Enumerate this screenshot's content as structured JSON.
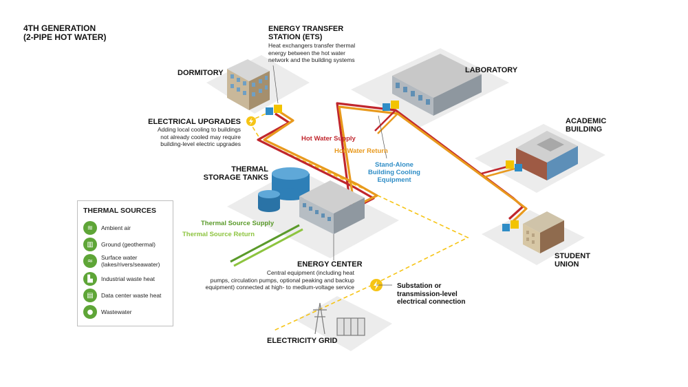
{
  "title": "4TH GENERATION\n(2-PIPE HOT WATER)",
  "labels": {
    "ets_title": "ENERGY TRANSFER\nSTATION (ETS)",
    "ets_desc": "Heat exchangers transfer thermal\nenergy between the hot water\nnetwork and the building systems",
    "dormitory": "DORMITORY",
    "laboratory": "LABORATORY",
    "academic": "ACADEMIC\nBUILDING",
    "student_union": "STUDENT\nUNION",
    "elec_upgrades_title": "ELECTRICAL UPGRADES",
    "elec_upgrades_desc": "Adding local cooling to buildings\nnot already cooled may require\nbuilding-level electric upgrades",
    "thermal_storage": "THERMAL\nSTORAGE TANKS",
    "hot_supply": "Hot Water Supply",
    "hot_return": "Hot Water Return",
    "standalone": "Stand-Alone\nBuilding Cooling\nEquipment",
    "ts_supply": "Thermal Source Supply",
    "ts_return": "Thermal Source Return",
    "energy_center_title": "ENERGY CENTER",
    "energy_center_desc": "Central equipment (including heat\npumps, circulation pumps, optional peaking and backup\nequipment) connected at high- to medium-voltage service",
    "substation": "Substation or\ntransmission-level\nelectrical connection",
    "grid": "ELECTRICITY GRID"
  },
  "sources": {
    "title": "THERMAL SOURCES",
    "items": [
      {
        "label": "Ambient air",
        "icon": "wind-icon",
        "glyph": "≋"
      },
      {
        "label": "Ground (geothermal)",
        "icon": "ground-icon",
        "glyph": "▥"
      },
      {
        "label": "Surface water\n(lakes/rivers/seawater)",
        "icon": "water-waves-icon",
        "glyph": "≈"
      },
      {
        "label": "Industrial waste heat",
        "icon": "factory-icon",
        "glyph": "▙"
      },
      {
        "label": "Data center waste heat",
        "icon": "server-icon",
        "glyph": "▤"
      },
      {
        "label": "Wastewater",
        "icon": "droplet-icon",
        "glyph": "●"
      }
    ]
  },
  "colors": {
    "supply": "#c0262d",
    "return": "#e8991d",
    "electric": "#f6c415",
    "source_supply": "#5a9a2a",
    "source_return": "#8dc43f",
    "cooling": "#2f8dc6",
    "ground": "#ececec"
  }
}
